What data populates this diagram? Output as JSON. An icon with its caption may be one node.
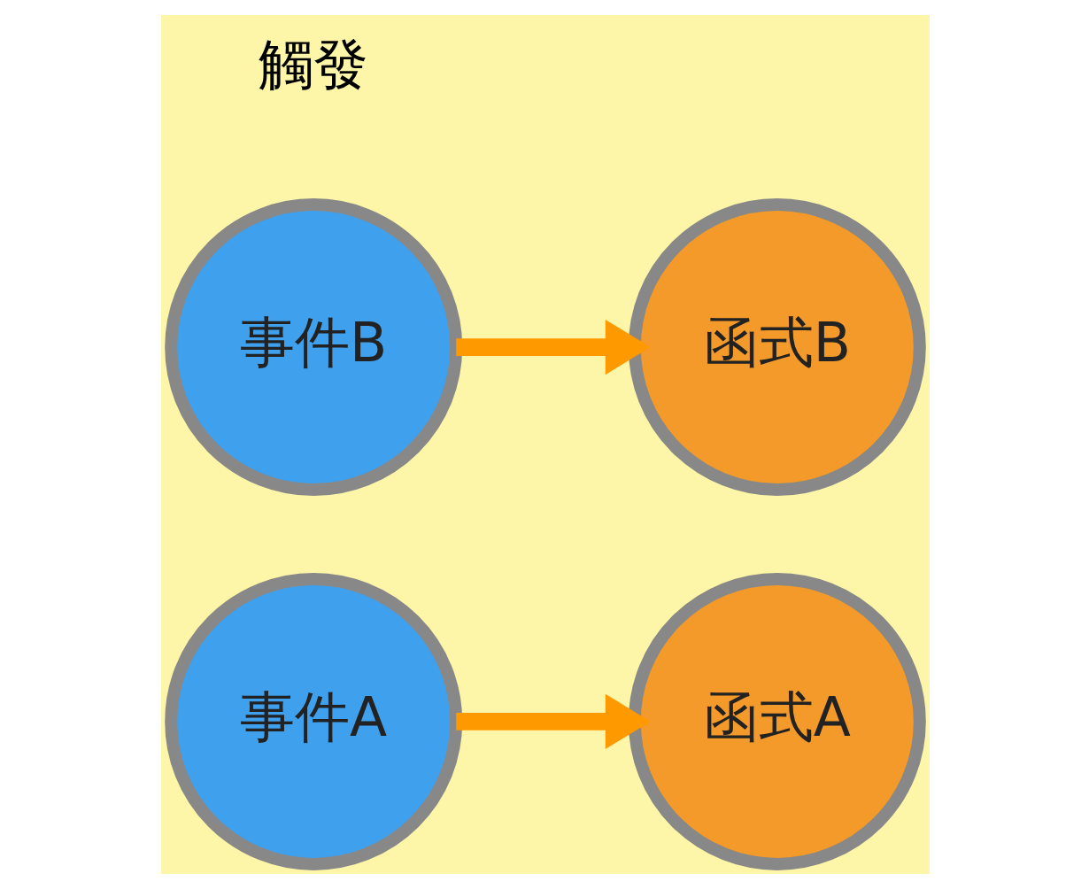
{
  "diagram": {
    "nodes": [
      {
        "text": [
          "事件A"
        ]
      },
      {
        "text": [
          "函式A"
        ]
      },
      {
        "text": [
          "事件B"
        ]
      },
      {
        "text": [
          "函式B"
        ]
      }
    ],
    "edges": [
      {
        "from": 0,
        "to": 1,
        "arrow": "to"
      },
      {
        "from": 2,
        "to": 3,
        "arrow": "to"
      }
    ],
    "labels": [
      "觸發"
    ]
  }
}
